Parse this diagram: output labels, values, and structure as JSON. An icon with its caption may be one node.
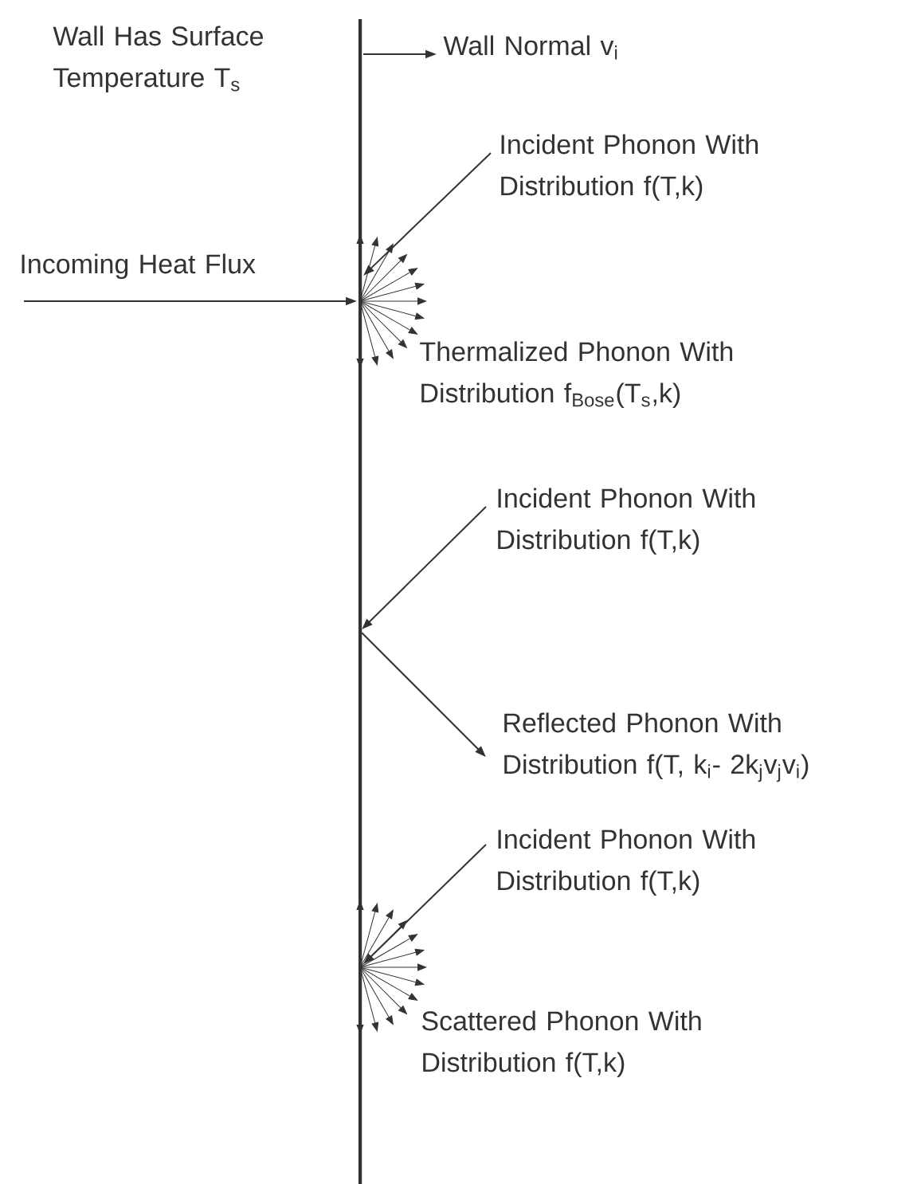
{
  "diagram": {
    "nodes": [
      {
        "text": [
          "Wall Normal v$_{i}$"
        ]
      },
      {
        "text": [
          "Incident Phonon With Distribution f(T,k)"
        ]
      },
      {
        "text": [
          "Incident Phonon With Distribution f(T,k)"
        ]
      },
      {
        "text": [
          "Reflected Phonon With Distribution f(T, k$_{i}$- 2k$_{j}$v$_{j}$v$_{i}$)"
        ]
      },
      {
        "text": [
          "Incident Phonon With Distribution f(T,k)"
        ]
      }
    ],
    "edges": [
      {
        "from": null,
        "to": 0,
        "arrow": "to"
      },
      {
        "from": 1,
        "to": null,
        "arrow": "to"
      },
      {
        "from": 2,
        "to": null,
        "arrow": "to"
      },
      {
        "from": null,
        "to": 3,
        "arrow": "to"
      },
      {
        "from": 4,
        "to": null,
        "arrow": "to"
      }
    ],
    "labels": [
      "Wall Has Surface Temperature T$_{s}$",
      "Incoming Heat Flux",
      "Thermalized Phonon With Distribution f$_{Bose}$(T$_{s}$,k)",
      "Scattered Phonon With Distribution f(T,k)"
    ]
  }
}
